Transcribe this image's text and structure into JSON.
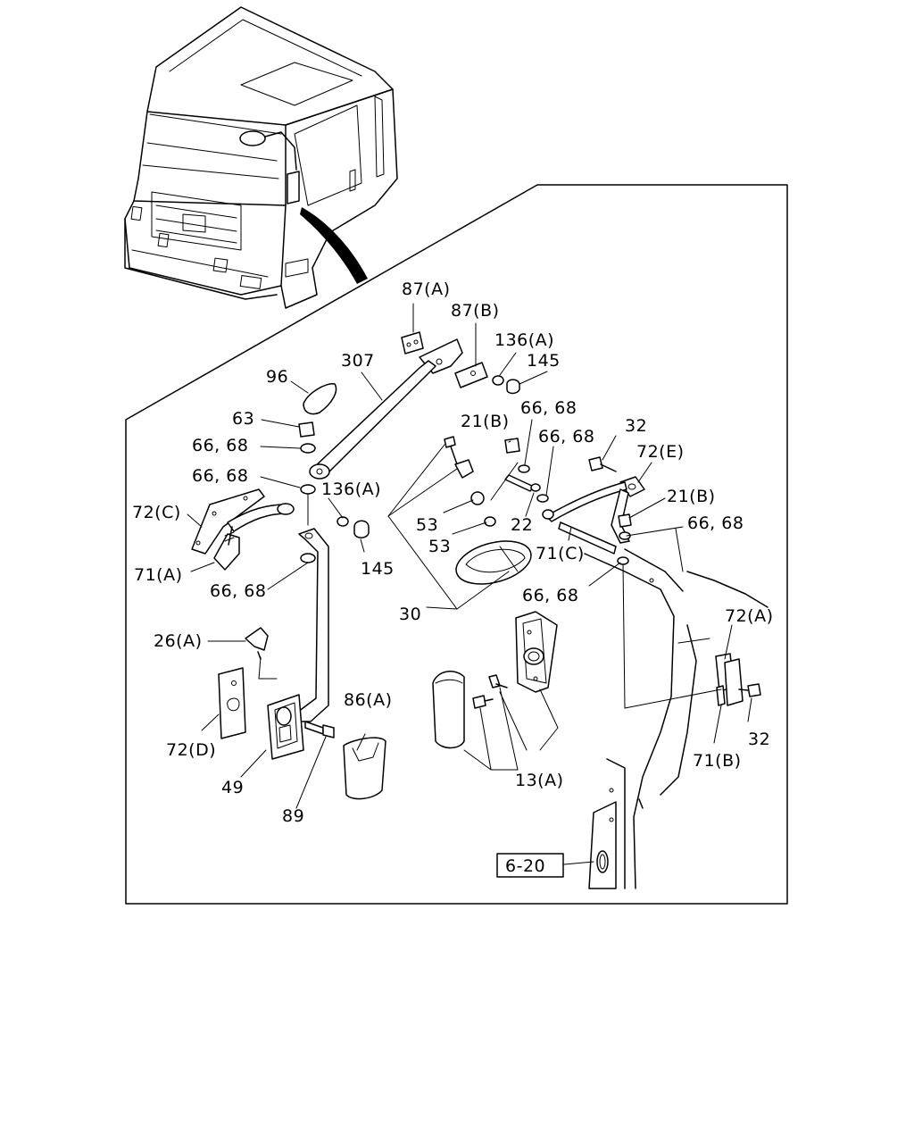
{
  "callouts": [
    {
      "id": "c-87a",
      "text": "87(A)"
    },
    {
      "id": "c-87b",
      "text": "87(B)"
    },
    {
      "id": "c-136a-top",
      "text": "136(A)"
    },
    {
      "id": "c-145-top",
      "text": "145"
    },
    {
      "id": "c-96",
      "text": "96"
    },
    {
      "id": "c-307",
      "text": "307"
    },
    {
      "id": "c-63",
      "text": "63"
    },
    {
      "id": "c-6668-a",
      "text": "66, 68"
    },
    {
      "id": "c-6668-b",
      "text": "66, 68"
    },
    {
      "id": "c-136a-mid",
      "text": "136(A)"
    },
    {
      "id": "c-72c",
      "text": "72(C)"
    },
    {
      "id": "c-71a",
      "text": "71(A)"
    },
    {
      "id": "c-145-mid",
      "text": "145"
    },
    {
      "id": "c-6668-c",
      "text": "66, 68"
    },
    {
      "id": "c-21b-left",
      "text": "21(B)"
    },
    {
      "id": "c-6668-d",
      "text": "66, 68"
    },
    {
      "id": "c-6668-e",
      "text": "66, 68"
    },
    {
      "id": "c-32-top",
      "text": "32"
    },
    {
      "id": "c-72e",
      "text": "72(E)"
    },
    {
      "id": "c-21b-right",
      "text": "21(B)"
    },
    {
      "id": "c-6668-f",
      "text": "66, 68"
    },
    {
      "id": "c-53-a",
      "text": "53"
    },
    {
      "id": "c-22",
      "text": "22"
    },
    {
      "id": "c-53-b",
      "text": "53"
    },
    {
      "id": "c-71c",
      "text": "71(C)"
    },
    {
      "id": "c-6668-g",
      "text": "66, 68"
    },
    {
      "id": "c-30",
      "text": "30"
    },
    {
      "id": "c-26a",
      "text": "26(A)"
    },
    {
      "id": "c-72a",
      "text": "72(A)"
    },
    {
      "id": "c-86a",
      "text": "86(A)"
    },
    {
      "id": "c-72d",
      "text": "72(D)"
    },
    {
      "id": "c-32-bot",
      "text": "32"
    },
    {
      "id": "c-71b",
      "text": "71(B)"
    },
    {
      "id": "c-13a",
      "text": "13(A)"
    },
    {
      "id": "c-49",
      "text": "49"
    },
    {
      "id": "c-89",
      "text": "89"
    }
  ],
  "reference": {
    "text": "6-20"
  }
}
